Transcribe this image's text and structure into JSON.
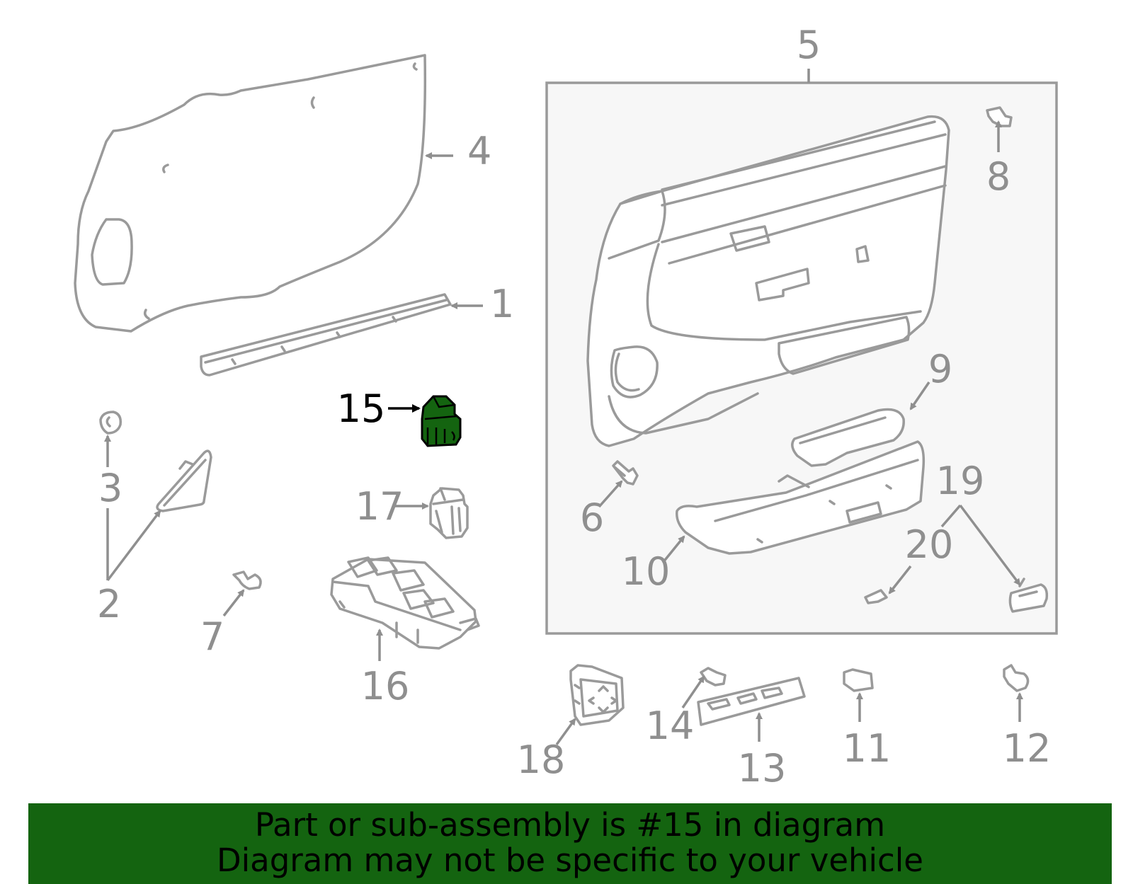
{
  "diagram": {
    "callouts": {
      "c1": "1",
      "c2": "2",
      "c3": "3",
      "c4": "4",
      "c5": "5",
      "c6": "6",
      "c7": "7",
      "c8": "8",
      "c9": "9",
      "c10": "10",
      "c11": "11",
      "c12": "12",
      "c13": "13",
      "c14": "14",
      "c15": "15",
      "c16": "16",
      "c17": "17",
      "c18": "18",
      "c19": "19",
      "c20": "20"
    },
    "highlighted_part": "15",
    "colors": {
      "line": "#9a9a9a",
      "highlight_fill": "#146410",
      "panel_bg": "#f7f7f7"
    }
  },
  "banner": {
    "line1": "Part or sub-assembly is #15 in diagram",
    "line2": "Diagram may not be specific to your vehicle"
  }
}
